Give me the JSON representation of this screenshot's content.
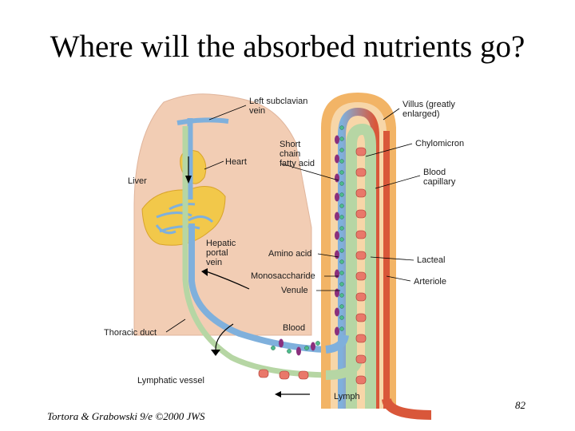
{
  "slide": {
    "title": "Where will the absorbed nutrients go?",
    "page_number": "82",
    "credit": "Tortora & Grabowski 9/e ©2000 JWS"
  },
  "labels": {
    "left_subclavian_vein": [
      "Left subclavian",
      "vein"
    ],
    "heart": [
      "Heart"
    ],
    "liver": [
      "Liver"
    ],
    "hepatic_portal_vein": [
      "Hepatic",
      "portal",
      "vein"
    ],
    "thoracic_duct": [
      "Thoracic duct"
    ],
    "lymphatic_vessel": [
      "Lymphatic vessel"
    ],
    "short_chain_fatty_acid": [
      "Short",
      "chain",
      "fatty acid"
    ],
    "amino_acid": [
      "Amino acid"
    ],
    "monosaccharide": [
      "Monosaccharide"
    ],
    "venule": [
      "Venule"
    ],
    "blood": [
      "Blood"
    ],
    "lymph": [
      "Lymph"
    ],
    "villus": [
      "Villus (greatly",
      "enlarged)"
    ],
    "chylomicron": [
      "Chylomicron"
    ],
    "blood_capillary": [
      "Blood",
      "capillary"
    ],
    "lacteal": [
      "Lacteal"
    ],
    "arteriole": [
      "Arteriole"
    ]
  },
  "colors": {
    "torso": "#f2cdb4",
    "liver": "#f2c84a",
    "vein": "#7fb0dc",
    "lymphatic": "#b6d6a4",
    "artery": "#d9573a",
    "villus_wall": "#f2b466",
    "particle_green": "#4dbb8c",
    "particle_purple": "#8a2f7d"
  }
}
